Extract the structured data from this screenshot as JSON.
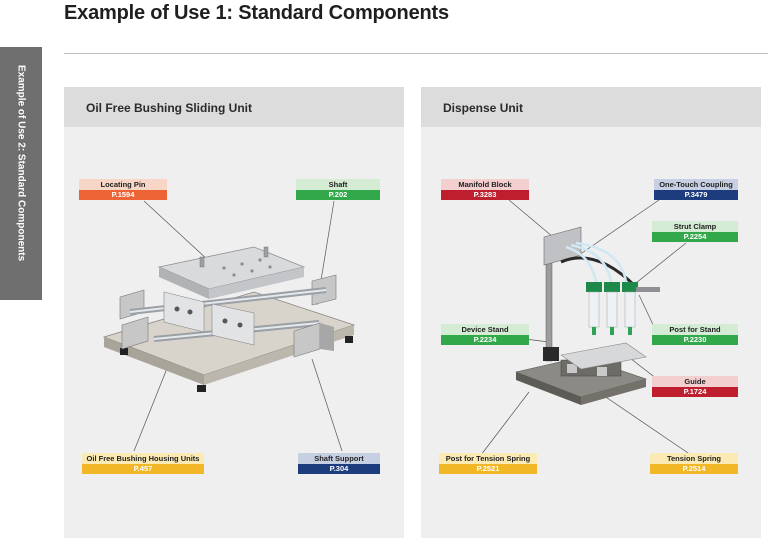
{
  "page": {
    "title": "Example of Use 1: Standard Components",
    "side_tab": "Example of Use 2: Standard Components"
  },
  "panels": [
    {
      "title": "Oil Free Bushing Sliding Unit",
      "callouts": [
        {
          "name": "Locating Pin",
          "page": "P.1594",
          "color": "#ec6436"
        },
        {
          "name": "Shaft",
          "page": "P.202",
          "color": "#32a84a"
        },
        {
          "name": "Oil Free Bushing Housing Units",
          "page": "P.457",
          "color": "#f2b726"
        },
        {
          "name": "Shaft Support",
          "page": "P.304",
          "color": "#1d3c7e"
        }
      ]
    },
    {
      "title": "Dispense Unit",
      "callouts": [
        {
          "name": "Manifold Block",
          "page": "P.3283",
          "color": "#be1e2d"
        },
        {
          "name": "One-Touch Coupling",
          "page": "P.3479",
          "color": "#1d3c7e"
        },
        {
          "name": "Strut Clamp",
          "page": "P.2254",
          "color": "#32a84a"
        },
        {
          "name": "Device Stand",
          "page": "P.2234",
          "color": "#32a84a"
        },
        {
          "name": "Post for Stand",
          "page": "P.2230",
          "color": "#32a84a"
        },
        {
          "name": "Guide",
          "page": "P.1724",
          "color": "#be1e2d"
        },
        {
          "name": "Post for Tension Spring",
          "page": "P.2521",
          "color": "#f2b726"
        },
        {
          "name": "Tension Spring",
          "page": "P.2514",
          "color": "#f2b726"
        }
      ]
    }
  ]
}
